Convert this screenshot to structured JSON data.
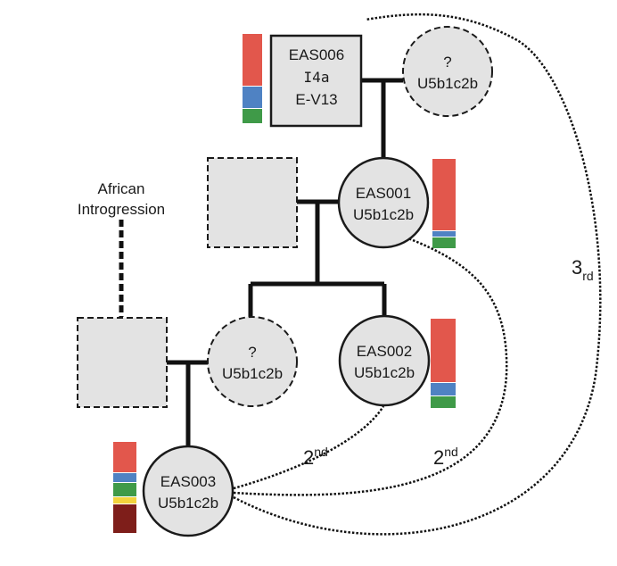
{
  "colors": {
    "red": "#e2574c",
    "blue": "#4f82c3",
    "green": "#3f9a48",
    "yellow": "#f2d33c",
    "darkred": "#7e1e1a"
  },
  "individuals": {
    "eas006": {
      "id": "EAS006",
      "mtdna": "I4a",
      "ychrom": "E-V13"
    },
    "mother_unknown_top": {
      "id": "?",
      "mtdna": "U5b1c2b"
    },
    "eas001": {
      "id": "EAS001",
      "mtdna": "U5b1c2b"
    },
    "mother_unknown_mid": {
      "id": "?",
      "mtdna": "U5b1c2b"
    },
    "eas002": {
      "id": "EAS002",
      "mtdna": "U5b1c2b"
    },
    "eas003": {
      "id": "EAS003",
      "mtdna": "U5b1c2b"
    }
  },
  "annotations": {
    "african_line1": "African",
    "african_line2": "Introgression"
  },
  "relatedness": {
    "second_a": {
      "base": "2",
      "suffix": "nd"
    },
    "second_b": {
      "base": "2",
      "suffix": "nd"
    },
    "third": {
      "base": "3",
      "suffix": "rd"
    }
  },
  "ancestry_bars": {
    "eas006": [
      "red",
      "blue",
      "green"
    ],
    "eas001": [
      "red",
      "blue",
      "green"
    ],
    "eas002": [
      "red",
      "blue",
      "green"
    ],
    "eas003": [
      "red",
      "blue",
      "green",
      "yellow",
      "darkred"
    ]
  }
}
